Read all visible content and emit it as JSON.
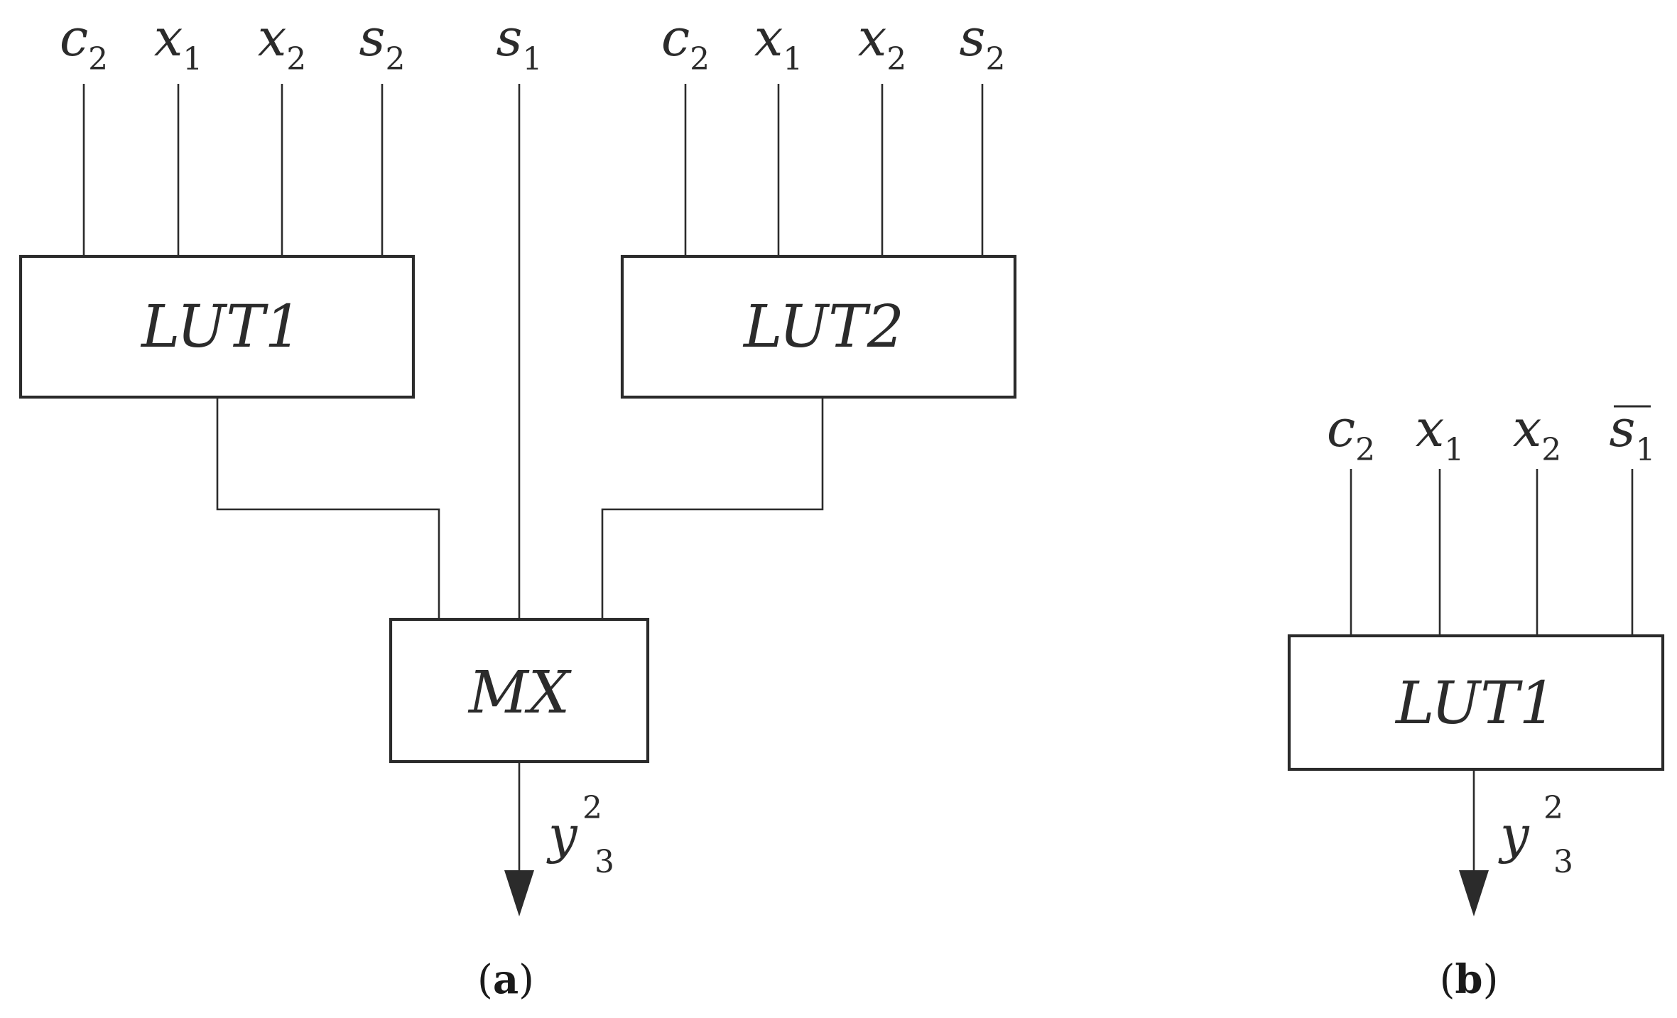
{
  "panel_a": {
    "lut1": {
      "title": "LUT1",
      "inputs": [
        {
          "base": "c",
          "sub": "2"
        },
        {
          "base": "x",
          "sub": "1"
        },
        {
          "base": "x",
          "sub": "2"
        },
        {
          "base": "s",
          "sub": "2"
        }
      ]
    },
    "lut2": {
      "title": "LUT2",
      "inputs": [
        {
          "base": "c",
          "sub": "2"
        },
        {
          "base": "x",
          "sub": "1"
        },
        {
          "base": "x",
          "sub": "2"
        },
        {
          "base": "s",
          "sub": "2"
        }
      ]
    },
    "select": {
      "base": "s",
      "sub": "1"
    },
    "mux": {
      "title": "MX"
    },
    "output": {
      "base": "y",
      "sup": "2",
      "sub": "3"
    },
    "caption": {
      "open": "(",
      "letter": "a",
      "close": ")"
    }
  },
  "panel_b": {
    "lut": {
      "title": "LUT1",
      "inputs": [
        {
          "base": "c",
          "sub": "2"
        },
        {
          "base": "x",
          "sub": "1"
        },
        {
          "base": "x",
          "sub": "2"
        },
        {
          "base": "s",
          "sub": "1",
          "overline": true
        }
      ]
    },
    "output": {
      "base": "y",
      "sup": "2",
      "sub": "3"
    },
    "caption": {
      "open": "(",
      "letter": "b",
      "close": ")"
    }
  }
}
